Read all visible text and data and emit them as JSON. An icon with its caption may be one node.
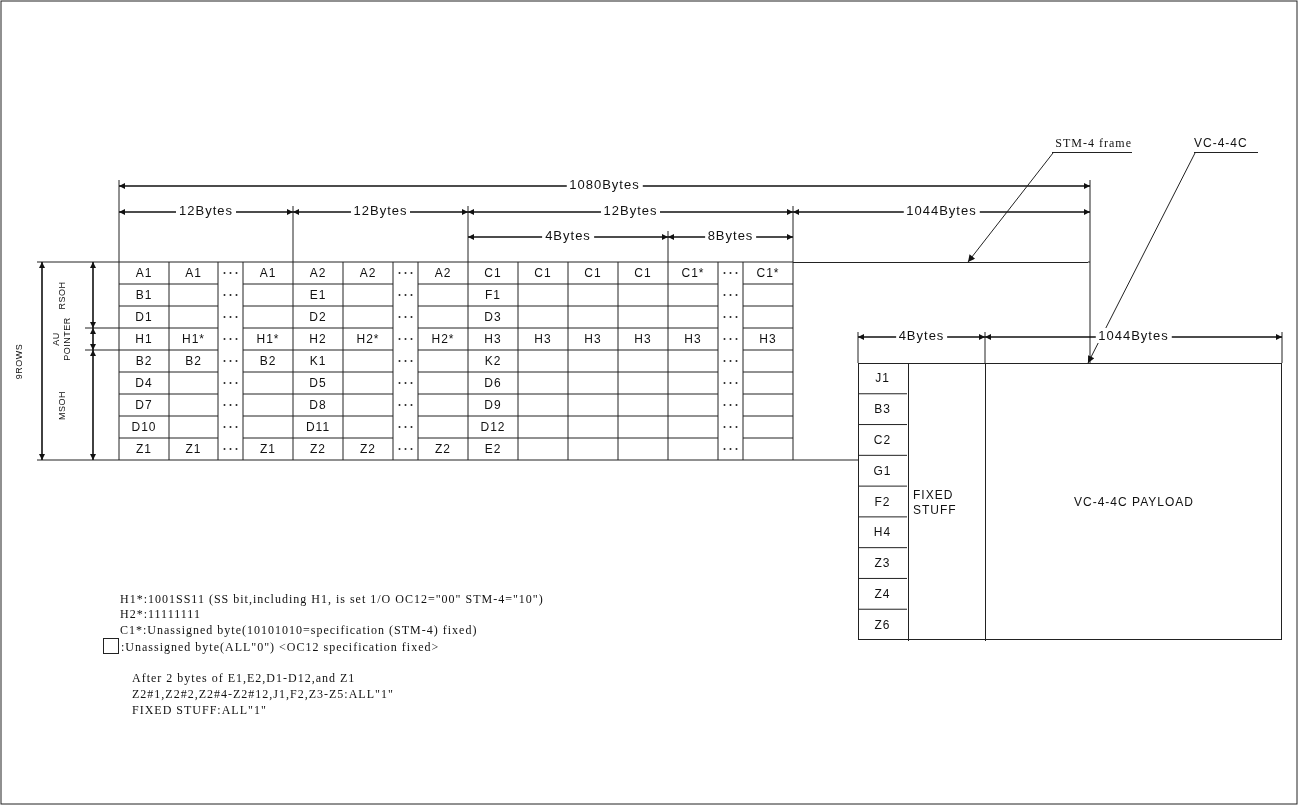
{
  "diagram": {
    "nodes": [
      {
        "text": [
          "STM-4 frame"
        ]
      },
      {
        "text": [],
        "shape": "box"
      },
      {
        "text": [
          "VC-4-4C"
        ]
      },
      {
        "text": [],
        "shape": "box"
      },
      {
        "text": [
          "FIXED STUFF"
        ],
        "in": 3
      },
      {
        "text": [
          "VC-4-4C PAYLOAD"
        ],
        "in": 3
      }
    ],
    "edges": [
      {
        "from": 0,
        "to": 1,
        "arrow": "to"
      },
      {
        "from": 2,
        "to": 3,
        "arrow": "to"
      }
    ],
    "labels": [
      "1080Bytes",
      "12Bytes",
      "12Bytes",
      "12Bytes",
      "1044Bytes",
      "4Bytes",
      "8Bytes",
      "9ROWS",
      "RSOH",
      "AU POINTER",
      "MSOH",
      "A1",
      "A1",
      "A1",
      "A2",
      "A2",
      "A2",
      "C1",
      "C1",
      "C1",
      "C1",
      "C1*",
      "C1*",
      "B1",
      "E1",
      "F1",
      "D1",
      "D2",
      "D3",
      "H1",
      "H1*",
      "H1*",
      "H2",
      "H2*",
      "H2*",
      "H3",
      "H3",
      "H3",
      "H3",
      "H3",
      "H3",
      "B2",
      "B2",
      "B2",
      "K1",
      "K2",
      "D4",
      "D5",
      "D6",
      "D7",
      "D8",
      "D9",
      "D10",
      "D11",
      "D12",
      "Z1",
      "Z1",
      "Z1",
      "Z2",
      "Z2",
      "Z2",
      "E2",
      "4Bytes",
      "1044Bytes",
      "J1",
      "B3",
      "C2",
      "G1",
      "F2",
      "H4",
      "Z3",
      "Z4",
      "Z6",
      "H1*:1001SS11 (SS bit,including H1, is set 1/O OC12=\"00\" STM-4=\"10\")",
      "H2*:11111111",
      "C1*:Unassigned byte(10101010=specification (STM-4) fixed)",
      "After 2 bytes of E1,E2,D1-D12,and Z1",
      "Z2#1,Z2#2,Z2#4-Z2#12,J1,F2,Z3-Z5:ALL\"1\"",
      "FIXED STUFF:ALL\"1\""
    ],
    "legend": [
      {
        "text": ":Unassigned byte(ALL\"0\") <OC12 specification fixed>"
      }
    ]
  }
}
